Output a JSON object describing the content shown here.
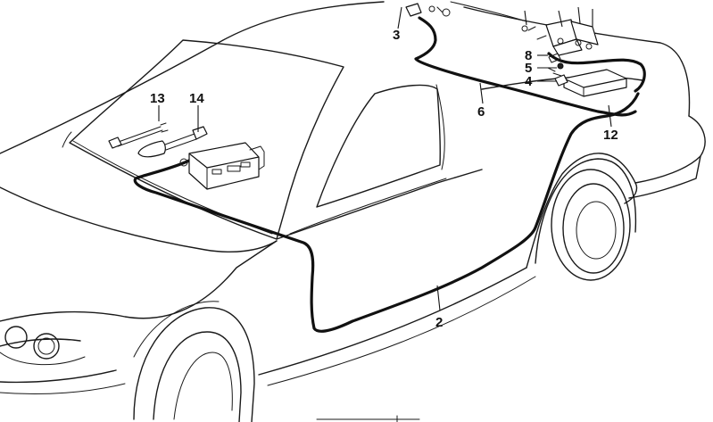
{
  "callouts": {
    "c2": "2",
    "c3": "3",
    "c4": "4",
    "c5": "5",
    "c6": "6",
    "c8": "8",
    "c12": "12",
    "c13": "13",
    "c14": "14"
  }
}
